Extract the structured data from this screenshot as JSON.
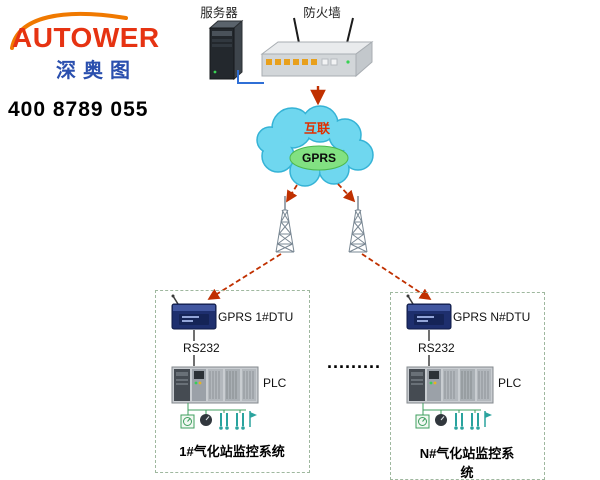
{
  "logo": {
    "brand": "AUTOWER",
    "subtitle": "深奥图",
    "phone": "400 8789 055"
  },
  "network": {
    "server_label": "服务器",
    "firewall_label": "防火墙",
    "cloud_label": "互联",
    "cloud_sub_label": "GPRS",
    "separator_dots": "........."
  },
  "stations": [
    {
      "dtu_label": "GPRS 1#DTU",
      "serial_label": "RS232",
      "plc_label": "PLC",
      "title": "1#气化站监控系统"
    },
    {
      "dtu_label": "GPRS N#DTU",
      "serial_label": "RS232",
      "plc_label": "PLC",
      "title": "N#气化站监控系统"
    }
  ],
  "colors": {
    "brand_red": "#e63312",
    "brand_orange": "#f07900",
    "subtitle_blue": "#2a4fae",
    "arrow_red": "#c03000",
    "cloud_fill": "#6fd7ef",
    "gprs_green": "#82e182",
    "box_border_green": "#9fb89f",
    "connector_blue": "#2f6fd6"
  }
}
